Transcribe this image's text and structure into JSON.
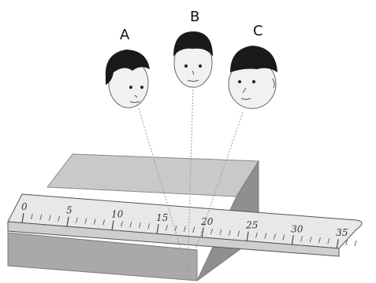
{
  "observers": [
    {
      "label": "A"
    },
    {
      "label": "B"
    },
    {
      "label": "C"
    }
  ],
  "ruler": {
    "tick_labels": [
      "0",
      "5",
      "10",
      "15",
      "20",
      "25",
      "30",
      "35"
    ],
    "subject": "ruler placed on a block, viewed by three observers"
  },
  "colors": {
    "block_top": "#c9c9c9",
    "block_front": "#a9a9a9",
    "block_side": "#8f8f8f",
    "ruler_top": "#e8e8e8",
    "ruler_front": "#cfcfcf",
    "hair": "#1a1a1a",
    "skin": "#f1f1f1",
    "sight_line": "#9a9a9a"
  }
}
